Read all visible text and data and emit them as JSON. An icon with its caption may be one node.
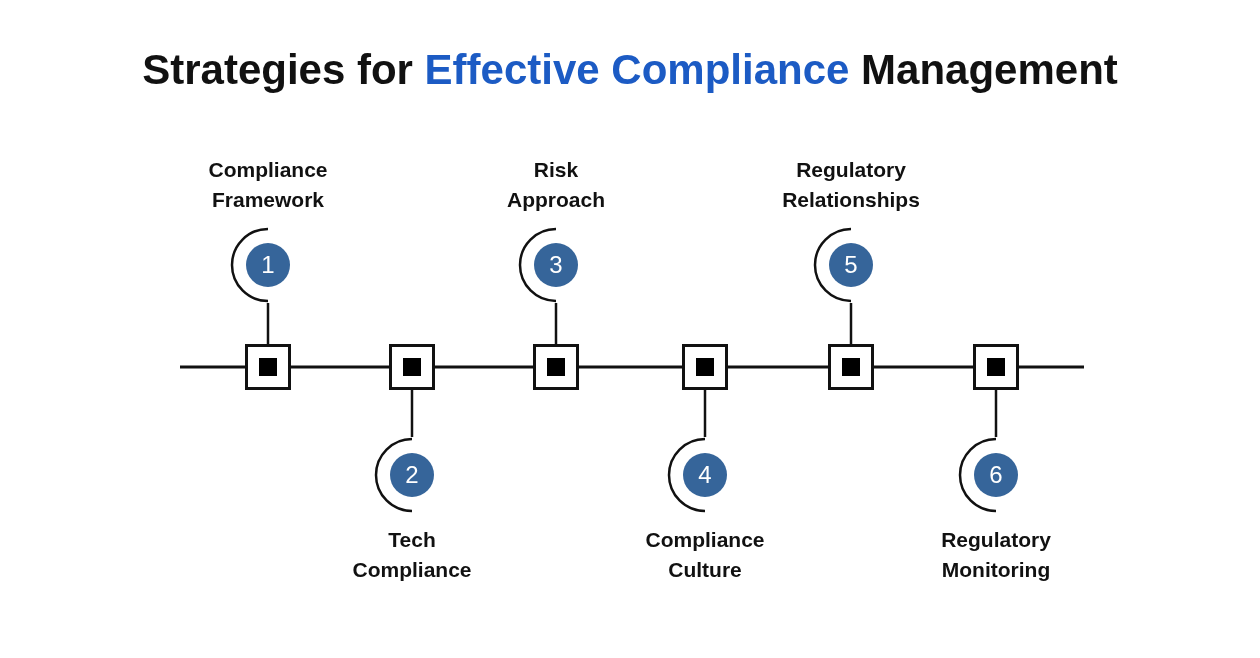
{
  "diagram": {
    "title": "Strategies for **Effective Compliance** Management",
    "nodes": [
      {
        "text": [
          "1"
        ],
        "beside": [
          "Compliance Framework"
        ]
      },
      {
        "text": [
          "2"
        ],
        "beside": [
          "Tech Compliance"
        ]
      },
      {
        "text": [
          "3"
        ],
        "beside": [
          "Risk Approach"
        ]
      },
      {
        "text": [
          "4"
        ],
        "beside": [
          "Compliance Culture"
        ]
      },
      {
        "text": [
          "5"
        ],
        "beside": [
          "Regulatory Relationships"
        ]
      },
      {
        "text": [
          "6"
        ],
        "beside": [
          "Regulatory Monitoring"
        ]
      },
      {
        "text": [],
        "shape": "box"
      },
      {
        "text": [],
        "shape": "box"
      },
      {
        "text": [],
        "shape": "box"
      },
      {
        "text": [],
        "shape": "box"
      },
      {
        "text": [],
        "shape": "box"
      },
      {
        "text": [],
        "shape": "box"
      }
    ],
    "edges": [
      {
        "from": null,
        "to": 6,
        "arrow": "none"
      },
      {
        "from": 6,
        "to": 7,
        "arrow": "none"
      },
      {
        "from": 7,
        "to": 8,
        "arrow": "none"
      },
      {
        "from": 8,
        "to": 9,
        "arrow": "none"
      },
      {
        "from": 9,
        "to": 10,
        "arrow": "none"
      },
      {
        "from": 10,
        "to": 11,
        "arrow": "none"
      },
      {
        "from": 11,
        "to": null,
        "arrow": "none"
      },
      {
        "from": 0,
        "to": 6,
        "arrow": "none"
      },
      {
        "from": 1,
        "to": 7,
        "arrow": "none"
      },
      {
        "from": 2,
        "to": 8,
        "arrow": "none"
      },
      {
        "from": 3,
        "to": 9,
        "arrow": "none"
      },
      {
        "from": 4,
        "to": 10,
        "arrow": "none"
      },
      {
        "from": 5,
        "to": 11,
        "arrow": "none"
      }
    ]
  }
}
